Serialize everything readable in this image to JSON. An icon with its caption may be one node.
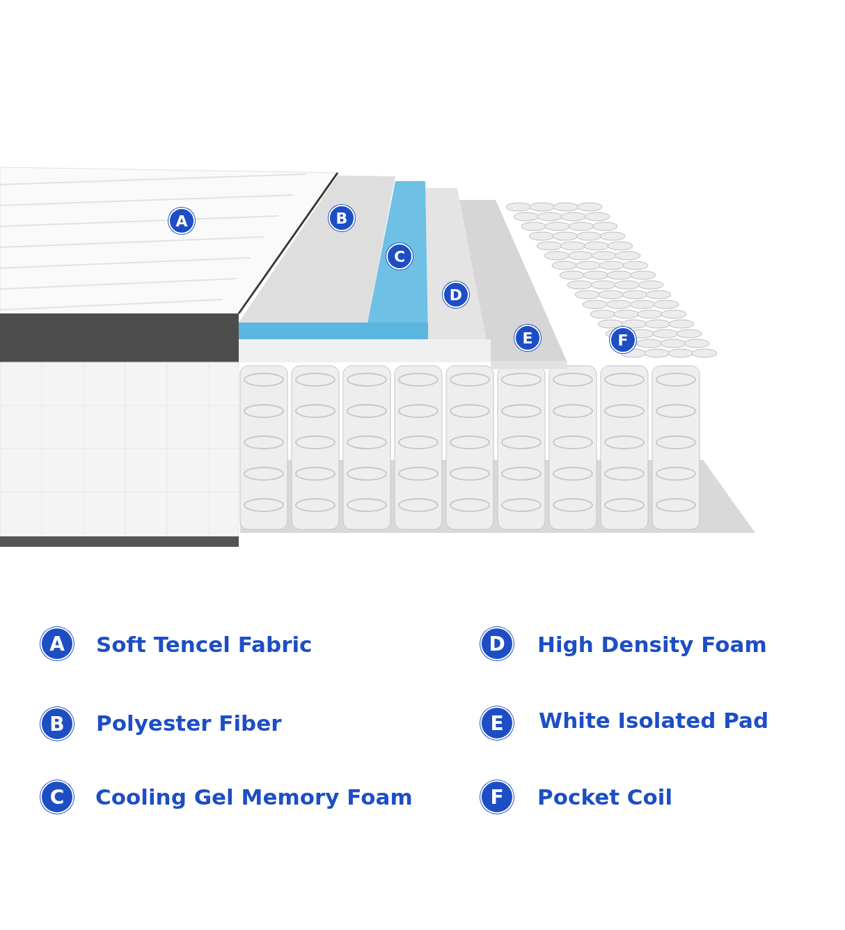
{
  "diagram": {
    "labels": [
      "A",
      "B",
      "C",
      "D",
      "E",
      "F",
      "A",
      "Soft Tencel Fabric",
      "D",
      "High Density Foam",
      "B",
      "Polyester Fiber",
      "E",
      "White Isolated Pad",
      "C",
      "Cooling Gel Memory Foam",
      "F",
      "Pocket Coil"
    ]
  }
}
